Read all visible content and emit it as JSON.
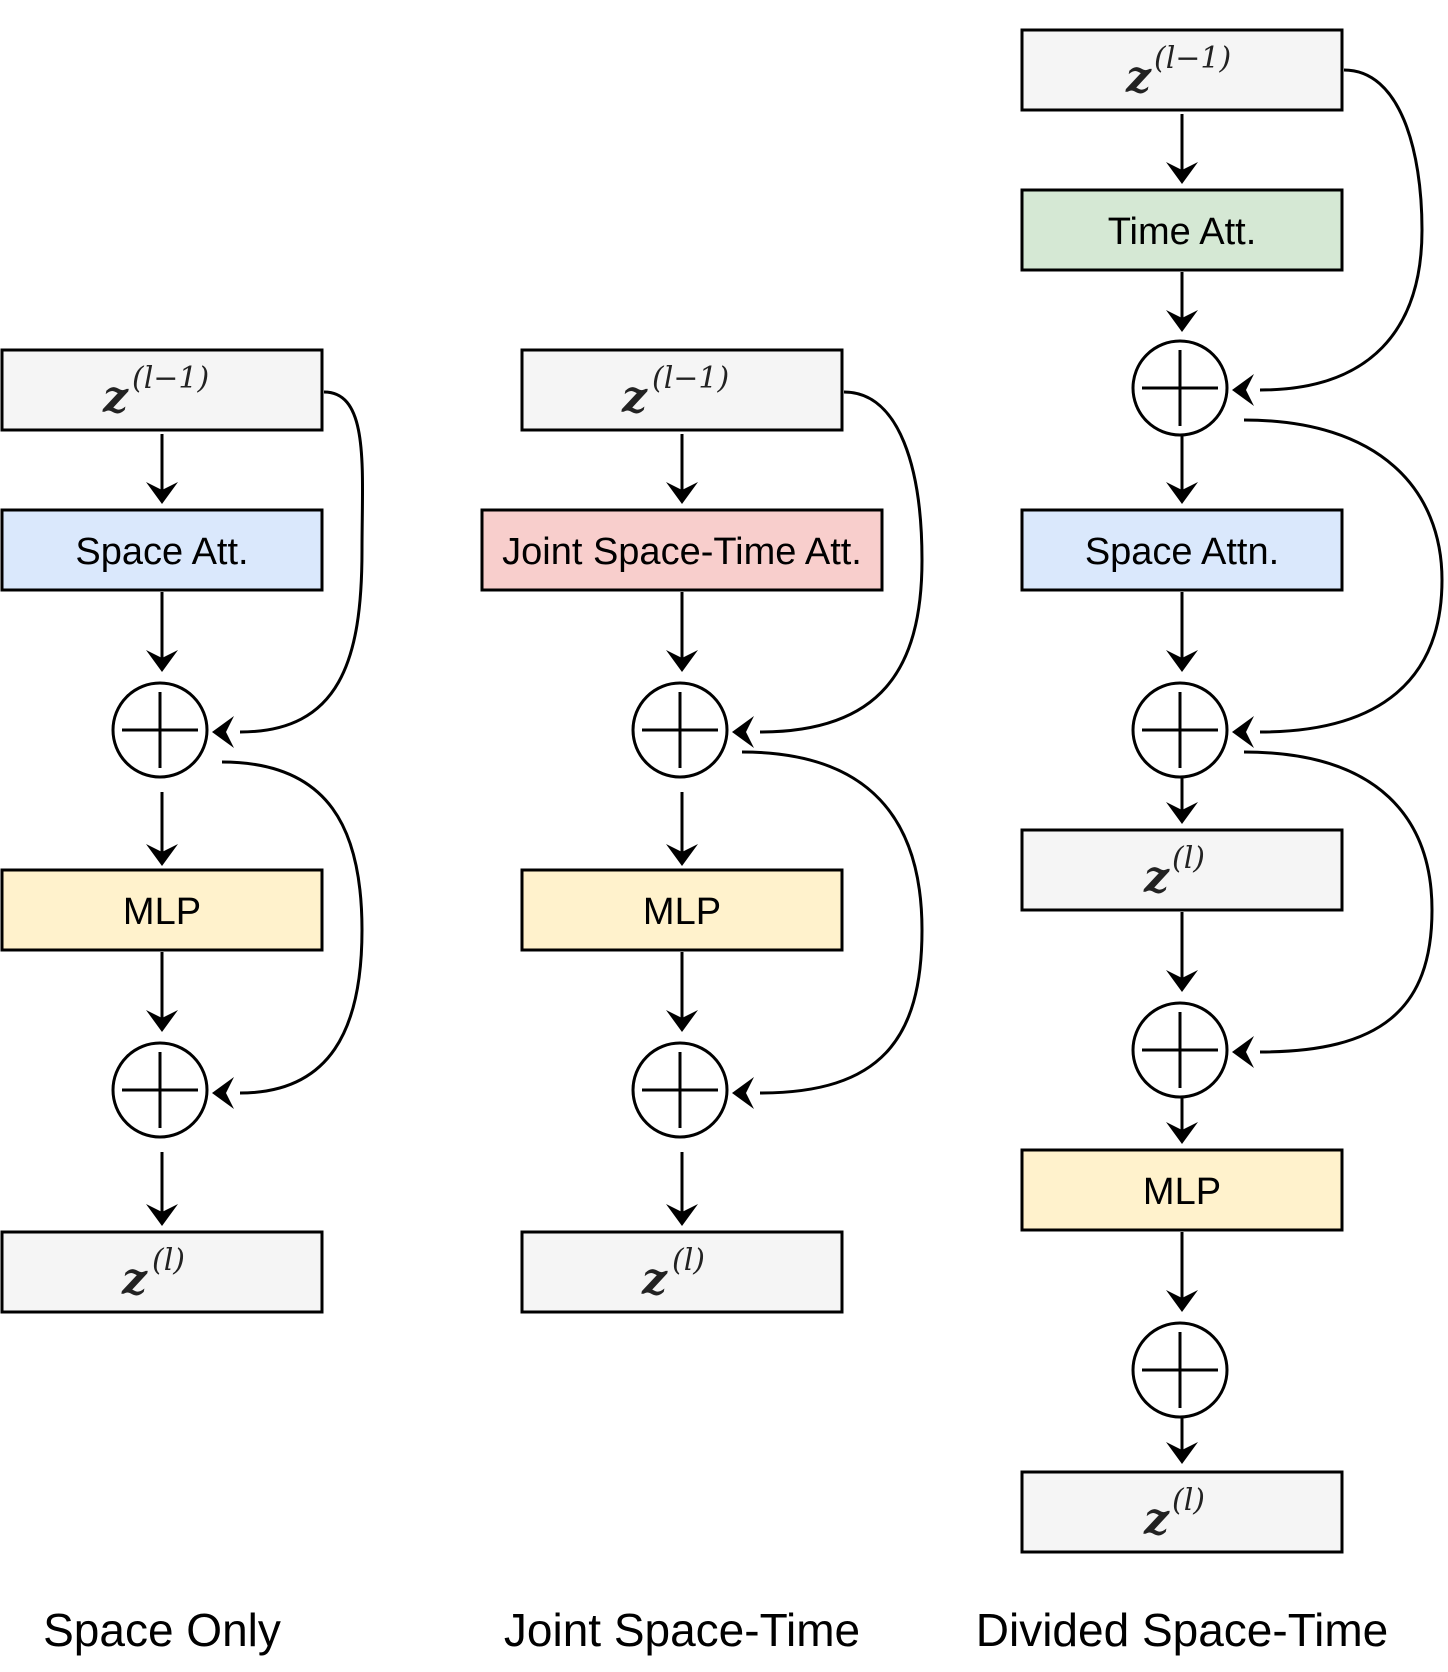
{
  "colors": {
    "io": "#f5f5f5",
    "space_att": "#dae8fc",
    "joint_att": "#f8cecc",
    "time_att": "#d5e8d4",
    "mlp": "#fff2cc"
  },
  "space_only": {
    "caption": "Space Only",
    "input": {
      "z": "z",
      "sup": "(l−1)"
    },
    "attention": "Space Att.",
    "mlp": "MLP",
    "output": {
      "z": "z",
      "sup": "(l)"
    }
  },
  "joint": {
    "caption": "Joint Space-Time",
    "input": {
      "z": "z",
      "sup": "(l−1)"
    },
    "attention": "Joint Space-Time Att.",
    "mlp": "MLP",
    "output": {
      "z": "z",
      "sup": "(l)"
    }
  },
  "divided": {
    "caption": "Divided Space-Time",
    "input": {
      "z": "z",
      "sup": "(l−1)"
    },
    "time_attention": "Time Att.",
    "space_attention": "Space Attn.",
    "middle": {
      "z": "z",
      "sup": "(l)"
    },
    "mlp": "MLP",
    "output": {
      "z": "z",
      "sup": "(l)"
    }
  }
}
